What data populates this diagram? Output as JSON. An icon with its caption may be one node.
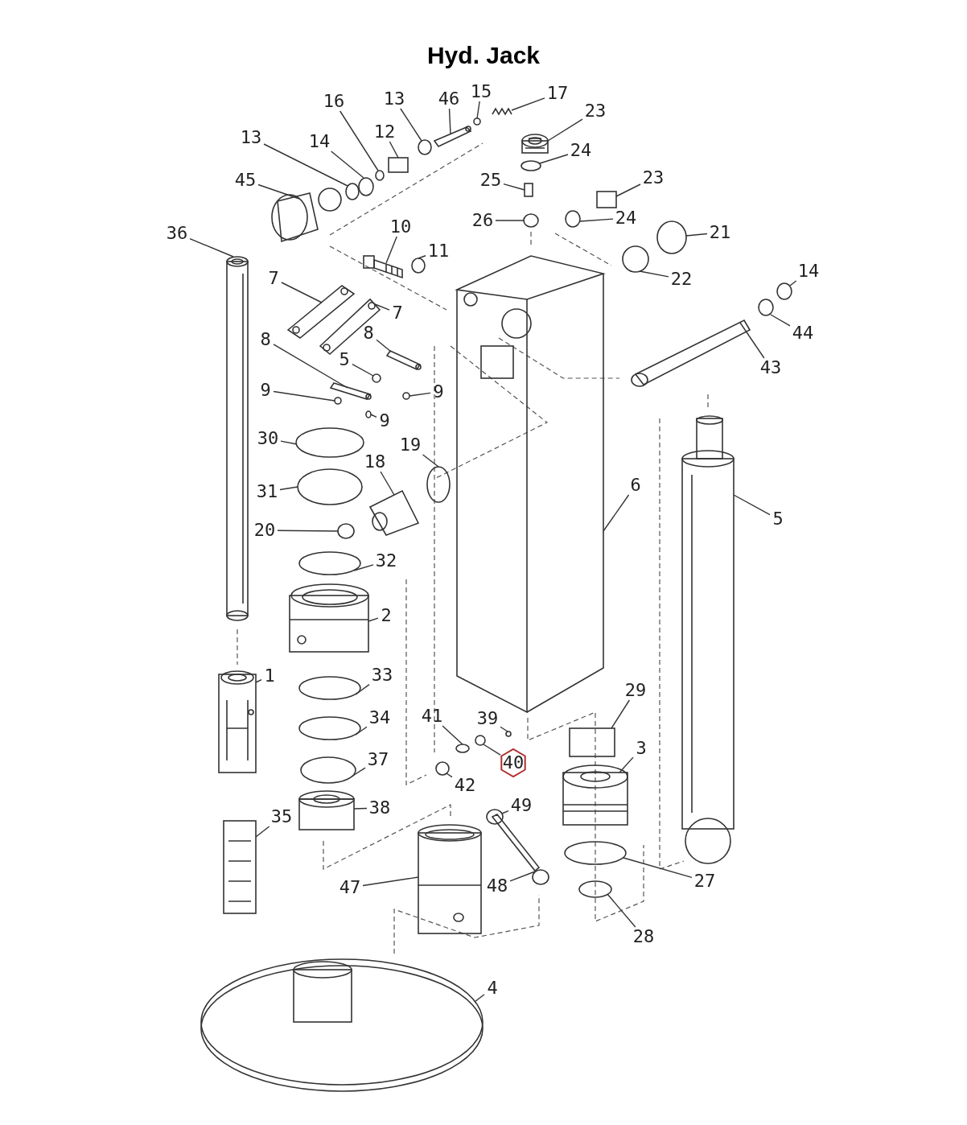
{
  "diagram": {
    "title": "Hyd. Jack",
    "nodes": [
      {
        "text": [
          "17"
        ]
      },
      {
        "text": [
          "13"
        ]
      },
      {
        "text": [
          "46"
        ]
      },
      {
        "text": [
          "15"
        ]
      },
      {
        "text": [
          "16"
        ]
      },
      {
        "text": [
          "23"
        ]
      },
      {
        "text": [
          "13"
        ]
      },
      {
        "text": [
          "12"
        ]
      },
      {
        "text": [
          "14"
        ]
      },
      {
        "text": [
          "24"
        ]
      },
      {
        "text": [
          "23"
        ]
      },
      {
        "text": [
          "45"
        ]
      },
      {
        "text": [
          "25"
        ]
      },
      {
        "text": [
          "24"
        ]
      },
      {
        "text": [
          "26"
        ]
      },
      {
        "text": [
          "21"
        ]
      },
      {
        "text": [
          "36"
        ]
      },
      {
        "text": [
          "10"
        ]
      },
      {
        "text": [
          "11"
        ]
      },
      {
        "text": [
          "14"
        ]
      },
      {
        "text": [
          "7"
        ]
      },
      {
        "text": [
          "22"
        ]
      },
      {
        "text": [
          "7"
        ]
      },
      {
        "text": [
          "44"
        ]
      },
      {
        "text": [
          "8"
        ]
      },
      {
        "text": [
          "8"
        ]
      },
      {
        "text": [
          "5"
        ]
      },
      {
        "text": [
          "43"
        ]
      },
      {
        "text": [
          "9"
        ]
      },
      {
        "text": [
          "9"
        ]
      },
      {
        "text": [
          "9"
        ]
      },
      {
        "text": [
          "30"
        ]
      },
      {
        "text": [
          "19"
        ]
      },
      {
        "text": [
          "18"
        ]
      },
      {
        "text": [
          "6"
        ]
      },
      {
        "text": [
          "31"
        ]
      },
      {
        "text": [
          "5"
        ]
      },
      {
        "text": [
          "20"
        ]
      },
      {
        "text": [
          "32"
        ]
      },
      {
        "text": [
          "2"
        ]
      },
      {
        "text": [
          "1"
        ]
      },
      {
        "text": [
          "33"
        ]
      },
      {
        "text": [
          "29"
        ]
      },
      {
        "text": [
          "39"
        ]
      },
      {
        "text": [
          "41"
        ]
      },
      {
        "text": [
          "34"
        ]
      },
      {
        "text": [
          "3"
        ]
      },
      {
        "text": [
          "40"
        ]
      },
      {
        "text": [
          "37"
        ]
      },
      {
        "text": [
          "42"
        ]
      },
      {
        "text": [
          "49"
        ]
      },
      {
        "text": [
          "38"
        ]
      },
      {
        "text": [
          "35"
        ]
      },
      {
        "text": [
          "27"
        ]
      },
      {
        "text": [
          "47"
        ]
      },
      {
        "text": [
          "48"
        ]
      },
      {
        "text": [
          "28"
        ]
      },
      {
        "text": [
          "4"
        ]
      },
      {
        "text": [],
        "shape": "picture"
      },
      {
        "text": [],
        "shape": "circle"
      },
      {
        "text": [],
        "shape": "picture"
      },
      {
        "text": [],
        "shape": "circle"
      },
      {
        "text": [],
        "shape": "circle"
      },
      {
        "text": [],
        "shape": "picture"
      },
      {
        "text": [],
        "shape": "circle"
      },
      {
        "text": [],
        "shape": "box"
      },
      {
        "text": [],
        "shape": "circle"
      },
      {
        "text": [],
        "shape": "circle"
      },
      {
        "text": [],
        "shape": "box"
      },
      {
        "text": [],
        "shape": "picture"
      },
      {
        "text": [],
        "shape": "box"
      },
      {
        "text": [],
        "shape": "circle"
      },
      {
        "text": [],
        "shape": "circle"
      },
      {
        "text": [],
        "shape": "circle"
      },
      {
        "text": [],
        "shape": "picture"
      },
      {
        "text": [],
        "shape": "picture"
      },
      {
        "text": [],
        "shape": "circle"
      },
      {
        "text": [],
        "shape": "circle"
      },
      {
        "text": [],
        "shape": "picture"
      },
      {
        "text": [],
        "shape": "circle"
      },
      {
        "text": [],
        "shape": "picture"
      },
      {
        "text": [],
        "shape": "circle"
      },
      {
        "text": [],
        "shape": "picture"
      },
      {
        "text": [],
        "shape": "picture"
      },
      {
        "text": [],
        "shape": "circle"
      },
      {
        "text": [],
        "shape": "picture"
      },
      {
        "text": [],
        "shape": "circle"
      },
      {
        "text": [],
        "shape": "circle"
      },
      {
        "text": [],
        "shape": "circle"
      },
      {
        "text": [],
        "shape": "circle"
      },
      {
        "text": [],
        "shape": "circle"
      },
      {
        "text": [],
        "shape": "picture"
      },
      {
        "text": [],
        "shape": "picture"
      },
      {
        "text": [],
        "shape": "circle"
      },
      {
        "text": [],
        "shape": "picture"
      },
      {
        "text": [],
        "shape": "circle"
      },
      {
        "text": [],
        "shape": "circle"
      },
      {
        "text": [],
        "shape": "picture"
      },
      {
        "text": [],
        "shape": "picture"
      },
      {
        "text": [],
        "shape": "circle"
      },
      {
        "text": [],
        "shape": "box"
      },
      {
        "text": [],
        "shape": "circle"
      },
      {
        "text": [],
        "shape": "circle"
      },
      {
        "text": [],
        "shape": "circle"
      },
      {
        "text": [],
        "shape": "picture"
      },
      {
        "text": [],
        "shape": "circle"
      },
      {
        "text": [],
        "shape": "circle"
      },
      {
        "text": [],
        "shape": "circle"
      },
      {
        "text": [],
        "shape": "circle"
      },
      {
        "text": [],
        "shape": "picture"
      },
      {
        "text": [],
        "shape": "picture"
      },
      {
        "text": [],
        "shape": "circle"
      },
      {
        "text": [],
        "shape": "picture"
      },
      {
        "text": [],
        "shape": "picture"
      },
      {
        "text": [],
        "shape": "circle"
      },
      {
        "text": [],
        "shape": "picture"
      }
    ],
    "edges": [
      {
        "from": 0,
        "to": 58,
        "arrow": "none"
      },
      {
        "from": 1,
        "to": 59,
        "arrow": "none"
      },
      {
        "from": 2,
        "to": 60,
        "arrow": "none"
      },
      {
        "from": 3,
        "to": 61,
        "arrow": "none"
      },
      {
        "from": 4,
        "to": 62,
        "arrow": "none"
      },
      {
        "from": 5,
        "to": 63,
        "arrow": "none"
      },
      {
        "from": 6,
        "to": 64,
        "arrow": "none"
      },
      {
        "from": 7,
        "to": 65,
        "arrow": "none"
      },
      {
        "from": 8,
        "to": 66,
        "arrow": "none"
      },
      {
        "from": 9,
        "to": 67,
        "arrow": "none"
      },
      {
        "from": 10,
        "to": 68,
        "arrow": "none"
      },
      {
        "from": 11,
        "to": 69,
        "arrow": "none"
      },
      {
        "from": 12,
        "to": 70,
        "arrow": "none"
      },
      {
        "from": 13,
        "to": 71,
        "arrow": "none"
      },
      {
        "from": 14,
        "to": 72,
        "arrow": "none"
      },
      {
        "from": 15,
        "to": 73,
        "arrow": "none"
      },
      {
        "from": 16,
        "to": 74,
        "arrow": "none"
      },
      {
        "from": 17,
        "to": 75,
        "arrow": "none"
      },
      {
        "from": 18,
        "to": 76,
        "arrow": "none"
      },
      {
        "from": 19,
        "to": 77,
        "arrow": "none"
      },
      {
        "from": 20,
        "to": 78,
        "arrow": "none"
      },
      {
        "from": 21,
        "to": 79,
        "arrow": "none"
      },
      {
        "from": 22,
        "to": 80,
        "arrow": "none"
      },
      {
        "from": 23,
        "to": 81,
        "arrow": "none"
      },
      {
        "from": 24,
        "to": 82,
        "arrow": "none"
      },
      {
        "from": 25,
        "to": 83,
        "arrow": "none"
      },
      {
        "from": 26,
        "to": 84,
        "arrow": "none"
      },
      {
        "from": 27,
        "to": 85,
        "arrow": "none"
      },
      {
        "from": 28,
        "to": 86,
        "arrow": "none"
      },
      {
        "from": 29,
        "to": 87,
        "arrow": "none"
      },
      {
        "from": 30,
        "to": 88,
        "arrow": "none"
      },
      {
        "from": 31,
        "to": 89,
        "arrow": "none"
      },
      {
        "from": 32,
        "to": 90,
        "arrow": "none"
      },
      {
        "from": 33,
        "to": 91,
        "arrow": "none"
      },
      {
        "from": 34,
        "to": 92,
        "arrow": "none"
      },
      {
        "from": 35,
        "to": 93,
        "arrow": "none"
      },
      {
        "from": 36,
        "to": 94,
        "arrow": "none"
      },
      {
        "from": 37,
        "to": 95,
        "arrow": "none"
      },
      {
        "from": 38,
        "to": 96,
        "arrow": "none"
      },
      {
        "from": 39,
        "to": 97,
        "arrow": "none"
      },
      {
        "from": 40,
        "to": 98,
        "arrow": "none"
      },
      {
        "from": 41,
        "to": 99,
        "arrow": "none"
      },
      {
        "from": 42,
        "to": 100,
        "arrow": "none"
      },
      {
        "from": 43,
        "to": 101,
        "arrow": "none"
      },
      {
        "from": 44,
        "to": 102,
        "arrow": "none"
      },
      {
        "from": 45,
        "to": 103,
        "arrow": "none"
      },
      {
        "from": 46,
        "to": 104,
        "arrow": "none"
      },
      {
        "from": 47,
        "to": 105,
        "arrow": "none"
      },
      {
        "from": 48,
        "to": 106,
        "arrow": "none"
      },
      {
        "from": 49,
        "to": 107,
        "arrow": "none"
      },
      {
        "from": 50,
        "to": 108,
        "arrow": "none"
      },
      {
        "from": 51,
        "to": 109,
        "arrow": "none"
      },
      {
        "from": 52,
        "to": 110,
        "arrow": "none"
      },
      {
        "from": 53,
        "to": 111,
        "arrow": "none"
      },
      {
        "from": 54,
        "to": 112,
        "arrow": "none"
      },
      {
        "from": 55,
        "to": 113,
        "arrow": "none"
      },
      {
        "from": 56,
        "to": 114,
        "arrow": "none"
      },
      {
        "from": 57,
        "to": 115,
        "arrow": "none"
      }
    ]
  }
}
